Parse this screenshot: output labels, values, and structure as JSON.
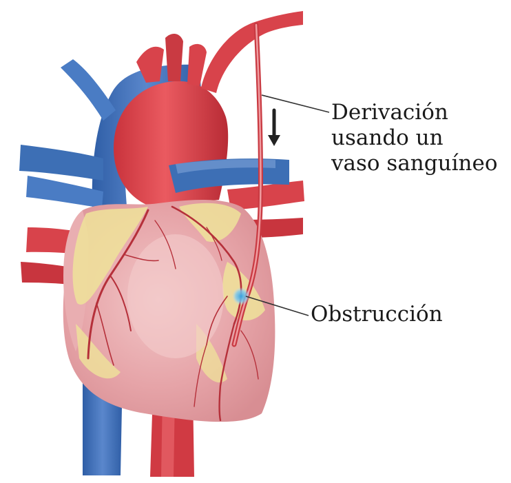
{
  "labels": {
    "bypass": {
      "line1": "Derivación",
      "line2": "usando un",
      "line3": "vaso sanguíneo"
    },
    "obstruction": "Obstrucción"
  },
  "colors": {
    "vein": "#3d6fb5",
    "vein_light": "#7fa3d9",
    "artery": "#d8414a",
    "artery_dark": "#b32b35",
    "heart_muscle": "#e3a3a6",
    "heart_highlight": "#f0c3c4",
    "fat": "#efe39a",
    "coronary": "#b5303a",
    "blockage": "#58b7e8",
    "leader": "#333333"
  },
  "icons": {
    "flow_arrow": "arrow-down-icon"
  }
}
